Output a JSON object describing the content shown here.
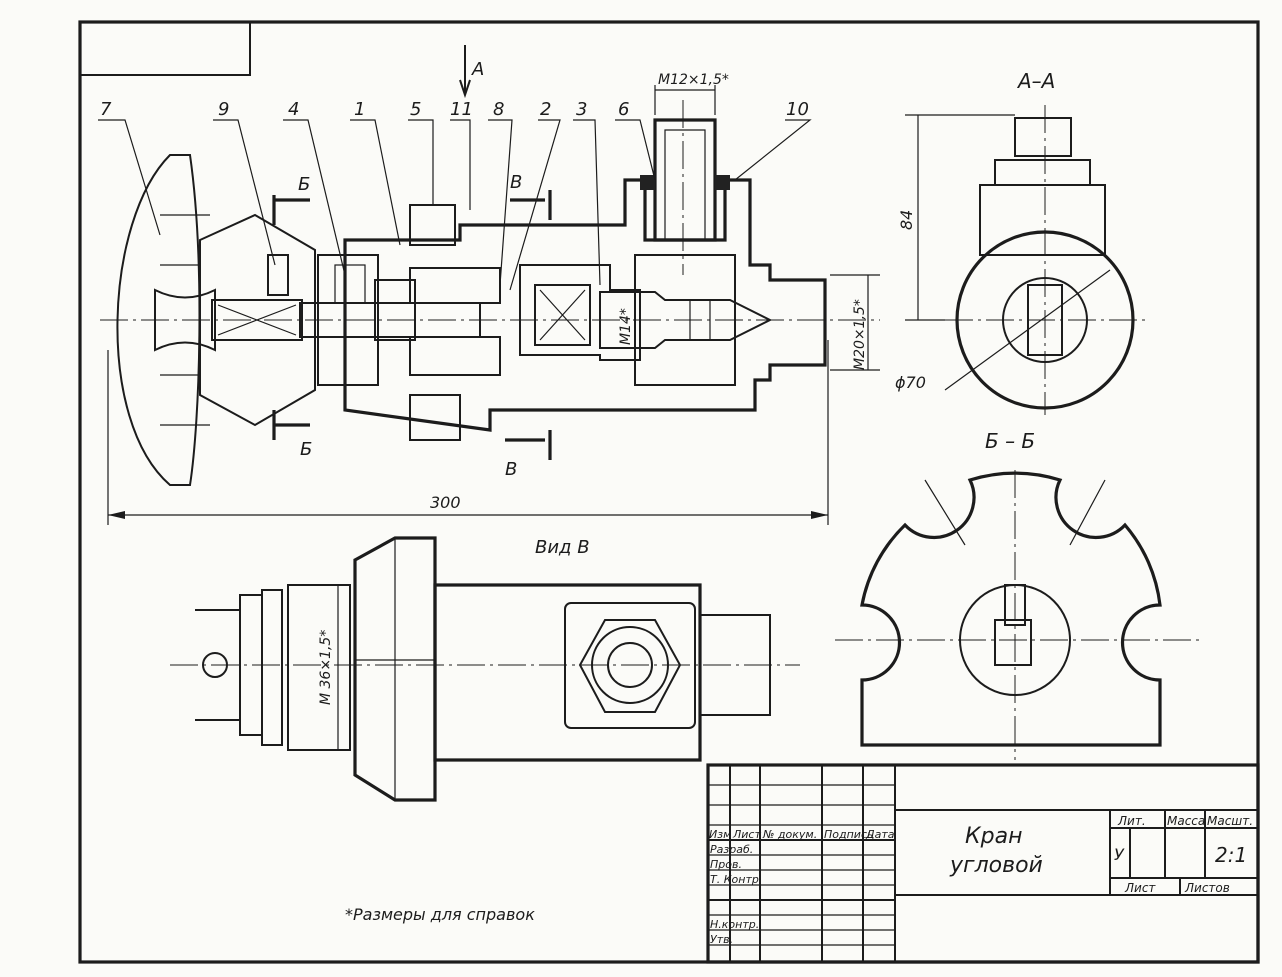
{
  "drawing": {
    "main_view": {
      "part_labels": [
        "7",
        "9",
        "4",
        "1",
        "5",
        "11",
        "8",
        "2",
        "3",
        "6",
        "10"
      ],
      "section_marks": {
        "a": "A",
        "b": "Б",
        "v": "В"
      },
      "dimensions": {
        "m12": "M12×1,5*",
        "m14": "M14*",
        "m20": "M20×1,5*",
        "overall": "300"
      }
    },
    "view_aa": {
      "title": "А–А",
      "height_dim": "84",
      "dia_dim": "ϕ70"
    },
    "view_bb": {
      "title": "Б – Б"
    },
    "view_v": {
      "title": "Вид В",
      "thread_dim": "M 36×1,5*"
    },
    "footnote": "*Размеры для справок"
  },
  "title_block": {
    "col_headers": [
      "Изм",
      "Лист",
      "№ докум.",
      "Подпись",
      "Дата"
    ],
    "row_labels": [
      "Разраб.",
      "Пров.",
      "Т. Контр.",
      "",
      "Н.контр.",
      "Утв."
    ],
    "name_line1": "Кран",
    "name_line2": "угловой",
    "lit_header": "Лит.",
    "mass_header": "Масса",
    "scale_header": "Масшт.",
    "lit_value": "У",
    "scale_value": "2:1",
    "sheet_label": "Лист",
    "sheets_label": "Листов"
  }
}
